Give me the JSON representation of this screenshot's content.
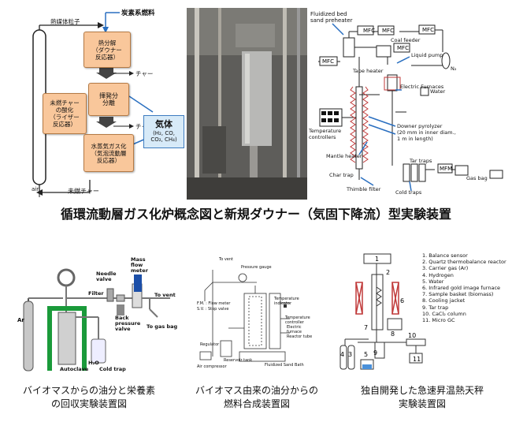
{
  "main_title": "循環流動層ガス化炉概念図と新規ダウナー（気固下降流）型実験装置",
  "concept": {
    "heat_carrier": "熱媒体粒子",
    "carbon_fuel": "炭素系燃料",
    "pyrolysis": [
      "熱分解",
      "（ダウナー",
      "反応器）"
    ],
    "char1": "チャー",
    "volatile": [
      "揮発分",
      "分離"
    ],
    "char2": "チャー",
    "oxidation": [
      "未燃チャー",
      "の酸化",
      "（ライザー",
      "反応器）"
    ],
    "steam": [
      "水蒸気ガス化",
      "（気泡流動層",
      "反応器）"
    ],
    "gas_title": "気体",
    "gas_comp1": "(H₂, CO,",
    "gas_comp2": "CO₂, CH₄)",
    "air": "air",
    "unburned": "未燃チャー"
  },
  "downer": {
    "preheater": [
      "Fluidized bed",
      "sand preheater"
    ],
    "mfc": "MFC",
    "coal_feeder": "Coal feeder",
    "n2": "N₂",
    "tape_heater": "Tape heater",
    "liquid_pump": "Liquid pump",
    "water": "Water",
    "electric_furnaces": "Electric Furnaces",
    "temp_controllers": [
      "Temperature",
      "controllers"
    ],
    "downer_label": [
      "Downer pyrolyzer",
      "(20 mm in inner diam.,",
      "1 m in length)"
    ],
    "mantle_heater": "Mantle heater",
    "char_trap": "Char trap",
    "thimble_filter": "Thimble filter",
    "tar_traps": "Tar traps",
    "mfm": "MFM",
    "gas_bag": "Gas bag",
    "cold_traps": "Cold traps"
  },
  "oil_apparatus": {
    "needle_valve": [
      "Needle",
      "valve"
    ],
    "mass_flow": [
      "Mass",
      "flow",
      "meter"
    ],
    "filter": "Filter",
    "to_vent": "To vent",
    "back_pressure": [
      "Back",
      "pressure",
      "valve"
    ],
    "ar": "Ar",
    "to_gas_bag": "To gas bag",
    "autoclave": "Autoclave",
    "h2o": "H₂O",
    "cold_trap": "Cold trap",
    "caption": [
      "バイオマスからの油分と栄養素",
      "の回収実験装置図"
    ]
  },
  "synthesis_apparatus": {
    "to_vent": "To vent",
    "pressure_gauge": "Pressure gauge",
    "fm": "F.M. : Flow meter",
    "sv": "S.V. : Stop valve",
    "temp_indicator": "Temperature indicator",
    "temp_controller": "Temperature controller",
    "electric_furnace": "Electric furnace",
    "reactor_tube": "Reactor tube",
    "regulator": "Regulator",
    "reservoir": "Reservoir tank",
    "air_compressor": "Air compressor",
    "sand_bath": "Fluidized Sand Bath",
    "caption": [
      "バイオマス由来の油分からの",
      "燃料合成装置図"
    ]
  },
  "tga_apparatus": {
    "legend": [
      "1. Balance sensor",
      "2. Quartz thermobalance reactor",
      "3. Carrier gas (Ar)",
      "4. Hydrogen",
      "5. Water",
      "6. Infrared gold image furnace",
      "7. Sample basket (biomass)",
      "8. Cooling jacket",
      "9. Tar trap",
      "10. CaCl₂ column",
      "11. Micro GC"
    ],
    "caption": [
      "独自開発した急速昇温熱天秤",
      "実験装置図"
    ]
  }
}
